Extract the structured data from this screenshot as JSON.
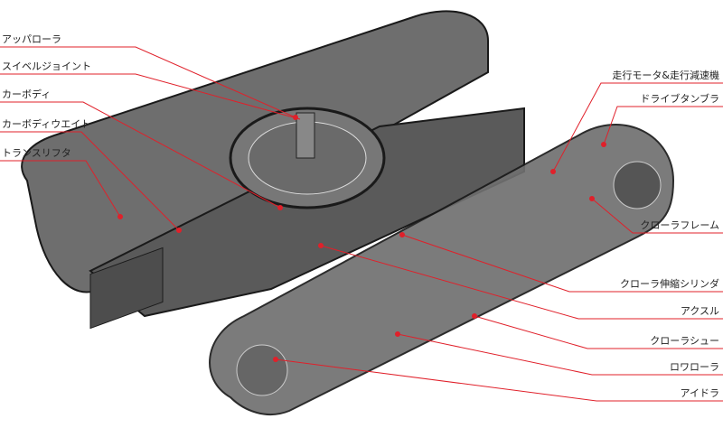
{
  "colors": {
    "leader": "#e0202a",
    "track": "#6a6a6a",
    "frame": "#555555",
    "outline": "#1a1a1a"
  },
  "labels_left": [
    "アッパローラ",
    "スイベルジョイント",
    "カーボディ",
    "カーボディウエイト",
    "トランスリフタ"
  ],
  "labels_right": [
    "走行モータ&走行減速機",
    "ドライブタンブラ",
    "クローラフレーム",
    "クローラ伸縮シリンダ",
    "アクスル",
    "クローラシュー",
    "ロワローラ",
    "アイドラ"
  ]
}
